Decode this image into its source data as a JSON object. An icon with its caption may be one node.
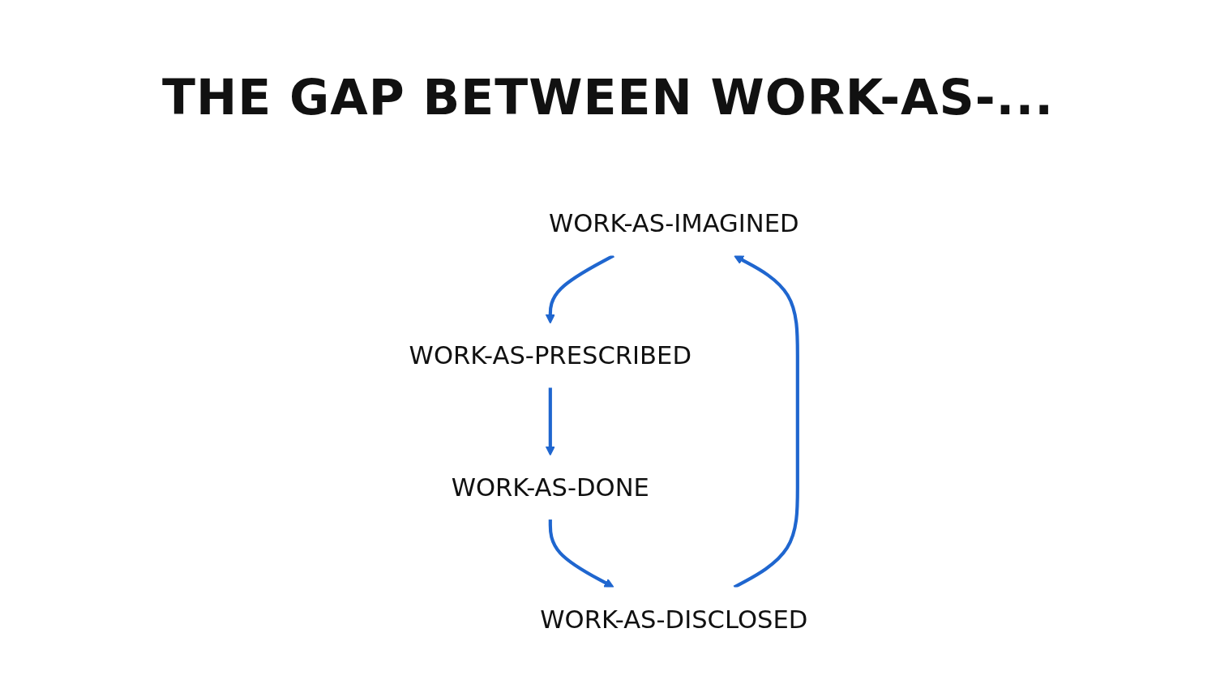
{
  "diagram": {
    "title": "THE GAP BETWEEN WORK-AS-...",
    "nodes": [
      {
        "text": [
          "WORK-AS-IMAGINED"
        ]
      },
      {
        "text": [
          "WORK-AS-DISCLOSED"
        ]
      },
      {
        "text": [
          "WORK-AS-PRESCRIBED"
        ]
      },
      {
        "text": [
          "WORK-AS-DONE"
        ]
      }
    ],
    "edges": [
      {
        "from": 0,
        "to": 2,
        "arrow": "to"
      },
      {
        "from": 2,
        "to": 3,
        "arrow": "to"
      },
      {
        "from": 3,
        "to": 1,
        "arrow": "to"
      },
      {
        "from": 1,
        "to": 0,
        "arrow": "to"
      }
    ]
  }
}
